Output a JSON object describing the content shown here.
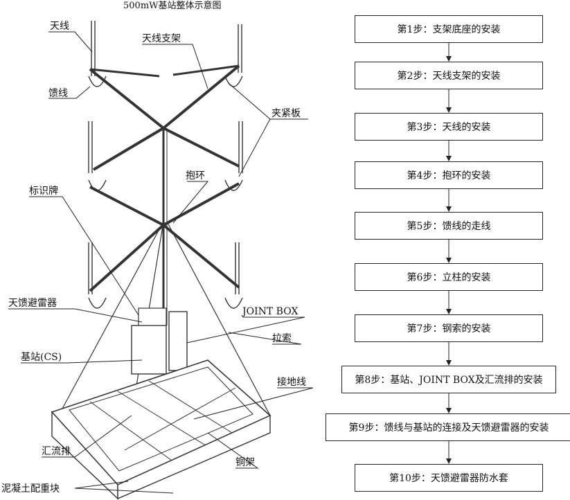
{
  "diagram": {
    "title": "500mW基站整体示意图",
    "labels": {
      "antenna": "天线",
      "antenna_bracket": "天线支架",
      "feeder": "馈线",
      "clamp_plate": "夹紧板",
      "hoop": "抱环",
      "sign_plate": "标识牌",
      "feeder_arrester": "天馈避雷器",
      "joint_box": "JOINT BOX",
      "guy_cable": "拉索",
      "base_station": "基站(CS)",
      "ground_wire": "接地线",
      "busbar": "汇流排",
      "copper_frame": "铜架",
      "concrete_block": "泥凝土配重块"
    }
  },
  "flowchart": {
    "steps": [
      "第1步：支架底座的安装",
      "第2步：天线支架的安装",
      "第3步：天线的安装",
      "第4步：抱环的安装",
      "第5步：馈线的走线",
      "第6步：立柱的安装",
      "第7步：钢索的安装",
      "第8步：基站、JOINT BOX及汇流排的安装",
      "第9步：馈线与基站的连接及天馈避雷器的安装",
      "第10步：天馈避雷器防水套"
    ]
  }
}
